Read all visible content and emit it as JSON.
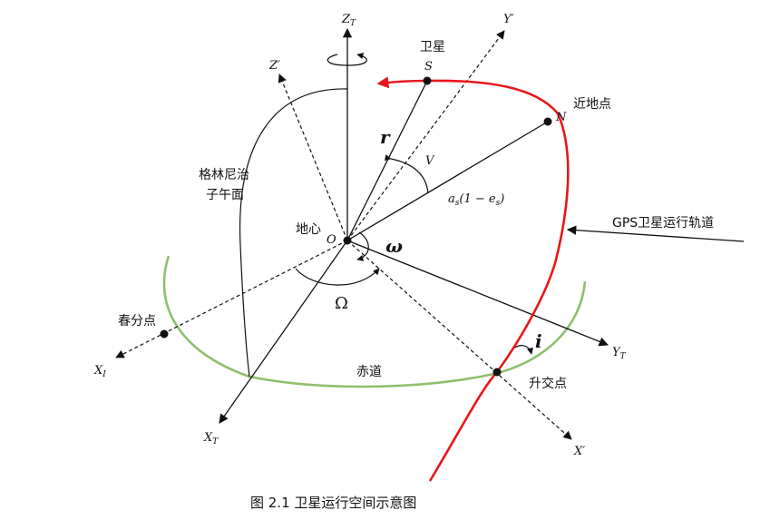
{
  "labels": {
    "satellite": "卫星",
    "perigee": "近地点",
    "greenwich_line1": "格林尼治",
    "greenwich_line2": "子午面",
    "earth_center": "地心",
    "vernal_equinox": "春分点",
    "equator": "赤道",
    "ascending_node": "升交点",
    "gps_orbit": "GPS卫星运行轨道"
  },
  "symbols": {
    "S": "S",
    "N": "N",
    "O": "O",
    "r": "r",
    "V": "V",
    "omega": "ω",
    "Omega": "Ω",
    "i": "i",
    "ZT_base": "Z",
    "ZT_sub": "T",
    "XT_base": "X",
    "XT_sub": "T",
    "YT_base": "Y",
    "YT_sub": "T",
    "XI_base": "X",
    "XI_sub": "I",
    "Zprime": "Z′",
    "Yprime": "Y′",
    "Xprime": "X′",
    "semi_major_a": "a",
    "semi_major_s1": "s",
    "semi_major_mid": "(1 − e",
    "semi_major_s2": "s",
    "semi_major_end": ")"
  },
  "caption": "图 2.1 卫星运行空间示意图",
  "colors": {
    "orbit": "#e8161a",
    "equator": "#8ec06c",
    "ink": "#111111"
  }
}
